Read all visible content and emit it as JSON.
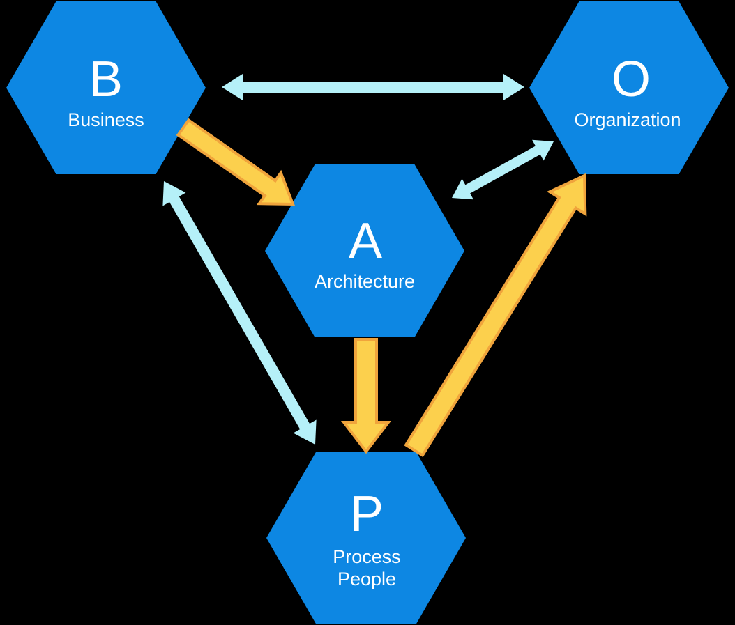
{
  "diagram": {
    "colors": {
      "background": "#000000",
      "hexagon_fill": "#0d87e3",
      "text": "#ffffff",
      "cyan_arrow": "#b5f0f8",
      "yellow_arrow_fill": "#fcd04d",
      "yellow_arrow_stroke": "#f0a43c"
    },
    "nodes": {
      "business": {
        "letter": "B",
        "label": "Business"
      },
      "organization": {
        "letter": "O",
        "label": "Organization"
      },
      "architecture": {
        "letter": "A",
        "label": "Architecture"
      },
      "process_people": {
        "letter": "P",
        "label_line1": "Process",
        "label_line2": "People"
      }
    },
    "edges": [
      {
        "from": "Business",
        "to": "Organization",
        "style": "cyan",
        "direction": "bidirectional"
      },
      {
        "from": "Business",
        "to": "Process/People",
        "style": "cyan",
        "direction": "bidirectional"
      },
      {
        "from": "Architecture",
        "to": "Organization",
        "style": "cyan",
        "direction": "bidirectional"
      },
      {
        "from": "Business",
        "to": "Architecture",
        "style": "yellow",
        "direction": "one-way"
      },
      {
        "from": "Architecture",
        "to": "Process/People",
        "style": "yellow",
        "direction": "one-way"
      },
      {
        "from": "Process/People",
        "to": "Organization",
        "style": "yellow",
        "direction": "one-way"
      }
    ]
  }
}
